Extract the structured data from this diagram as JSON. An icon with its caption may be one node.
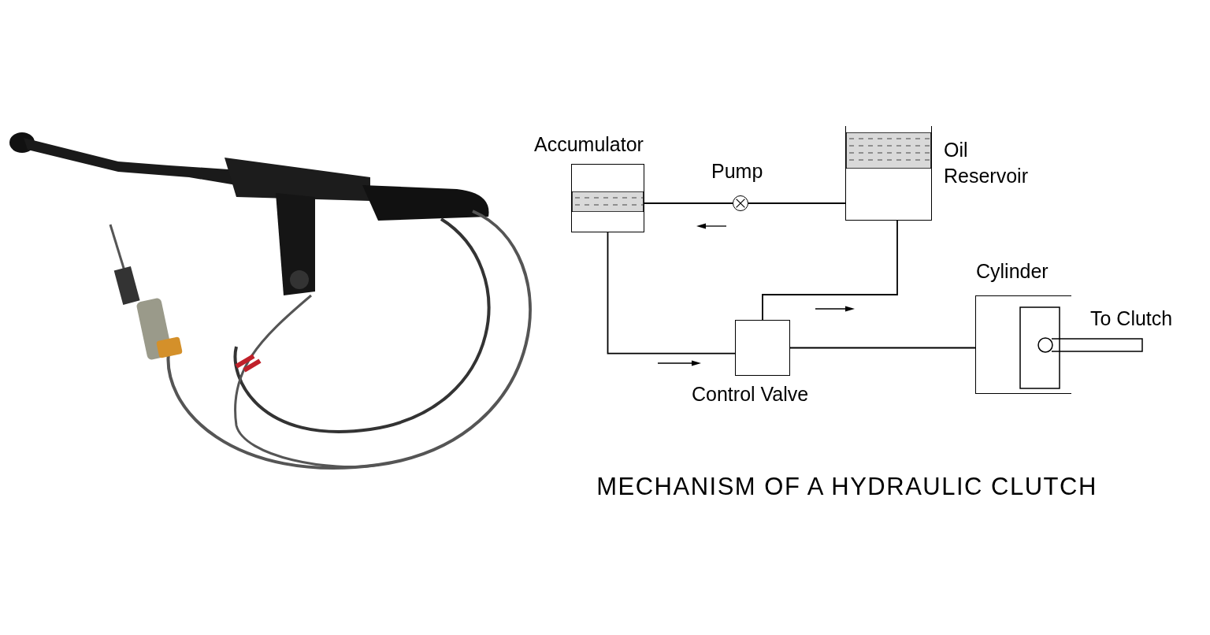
{
  "diagram": {
    "title": "MECHANISM OF A HYDRAULIC CLUTCH",
    "nodes": [
      {
        "text": [
          "Accumulator"
        ]
      },
      {
        "text": [
          "Pump"
        ]
      },
      {
        "text": [
          "Oil Reservoir"
        ]
      },
      {
        "text": [
          "Control Valve"
        ]
      },
      {
        "text": [
          "Cylinder"
        ]
      }
    ],
    "edges": [
      {
        "from": 0,
        "to": 1,
        "arrow": "none"
      },
      {
        "from": 1,
        "to": 2,
        "arrow": "none"
      },
      {
        "from": 0,
        "to": 3,
        "arrow": "none"
      },
      {
        "from": 2,
        "to": 3,
        "arrow": "none"
      },
      {
        "from": 3,
        "to": 4,
        "arrow": "none"
      }
    ],
    "labels": [
      "To Clutch"
    ]
  }
}
